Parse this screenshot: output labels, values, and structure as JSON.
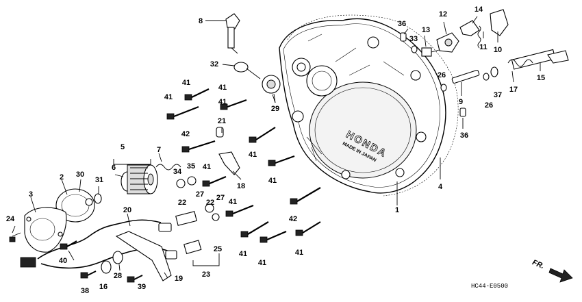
{
  "diagram": {
    "code": "HC44-E0500",
    "direction_label": "FR.",
    "brand_text": "HONDA",
    "stamp_text": "MADE IN JAPAN",
    "callouts": [
      "1",
      "2",
      "3",
      "4",
      "5",
      "6",
      "7",
      "8",
      "9",
      "10",
      "11",
      "12",
      "13",
      "14",
      "15",
      "16",
      "17",
      "18",
      "19",
      "20",
      "21",
      "22",
      "22",
      "23",
      "24",
      "25",
      "26",
      "26",
      "27",
      "27",
      "28",
      "29",
      "30",
      "31",
      "32",
      "33",
      "34",
      "35",
      "36",
      "36",
      "37",
      "38",
      "39",
      "40",
      "41",
      "41",
      "41",
      "41",
      "41",
      "41",
      "41",
      "41",
      "41",
      "41",
      "41",
      "42",
      "42"
    ]
  }
}
